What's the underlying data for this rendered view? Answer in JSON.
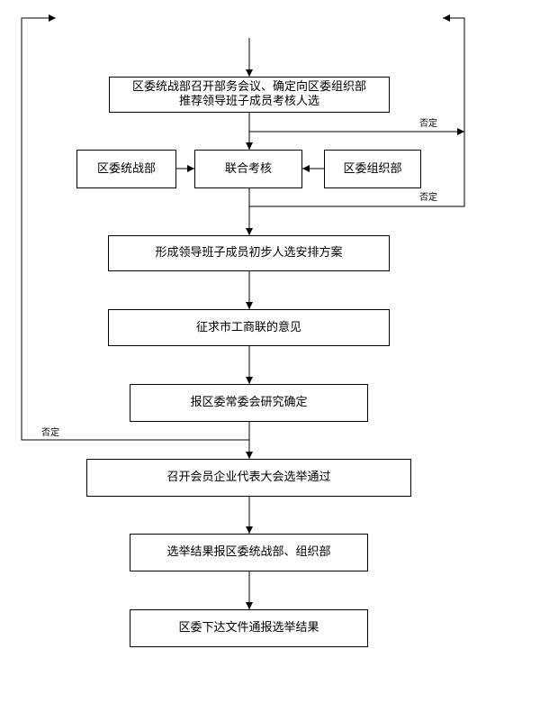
{
  "boxes": {
    "step1_line1": "区委统战部召开部务会议、确定向区委组织部",
    "step1_line2": "推荐领导班子成员考核人选",
    "left_dept": "区委统战部",
    "joint": "联合考核",
    "right_dept": "区委组织部",
    "step3": "形成领导班子成员初步人选安排方案",
    "step4": "征求市工商联的意见",
    "step5": "报区委常委会研究确定",
    "step6": "召开会员企业代表大会选举通过",
    "step7": "选举结果报区委统战部、组织部",
    "step8": "区委下达文件通报选举结果"
  },
  "labels": {
    "reject_a": "否定",
    "reject_b": "否定",
    "reject_c": "否定"
  }
}
